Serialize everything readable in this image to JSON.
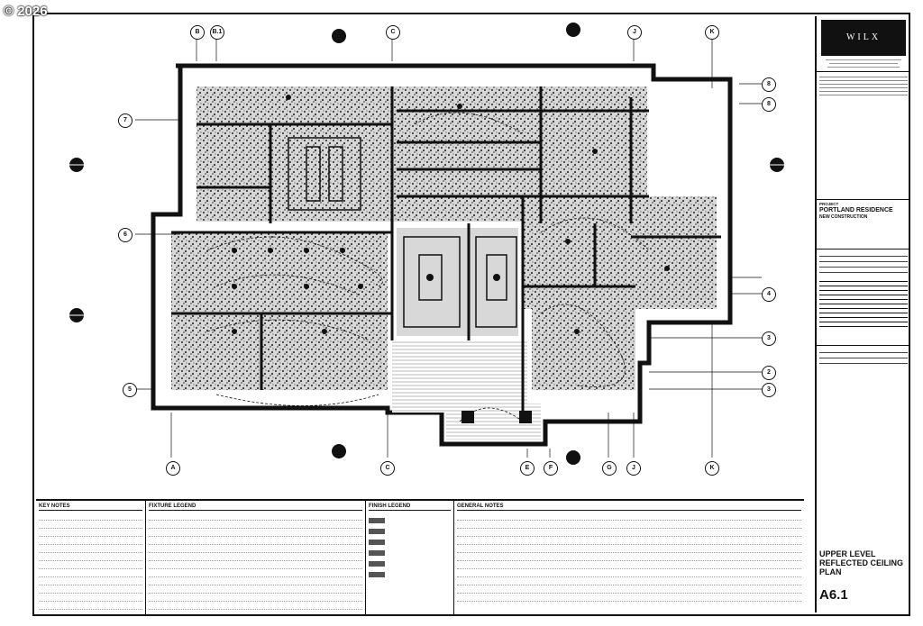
{
  "watermark": "© 2026",
  "grid_bubbles_top": [
    "B",
    "B.1",
    "C",
    "J",
    "K"
  ],
  "grid_bubbles_bottom": [
    "A",
    "C",
    "E",
    "F",
    "G",
    "J",
    "K"
  ],
  "grid_bubbles_left": [
    "7",
    "6",
    "5"
  ],
  "grid_bubbles_right": [
    "8",
    "8",
    "4",
    "3",
    "2",
    "3"
  ],
  "title_block": {
    "firm_logo": "WILX",
    "project_label": "PROJECT",
    "project_name": "PORTLAND RESIDENCE",
    "project_sub": "NEW CONSTRUCTION",
    "sheet_title": "UPPER LEVEL REFLECTED CEILING PLAN",
    "sheet_number": "A6.1"
  },
  "legend": {
    "key_notes": "KEY NOTES",
    "fixture_legend": "FIXTURE LEGEND",
    "finish_legend": "FINISH LEGEND",
    "general_notes": "GENERAL NOTES"
  },
  "colors": {
    "ink": "#111111",
    "fill": "#bdbdbd"
  }
}
